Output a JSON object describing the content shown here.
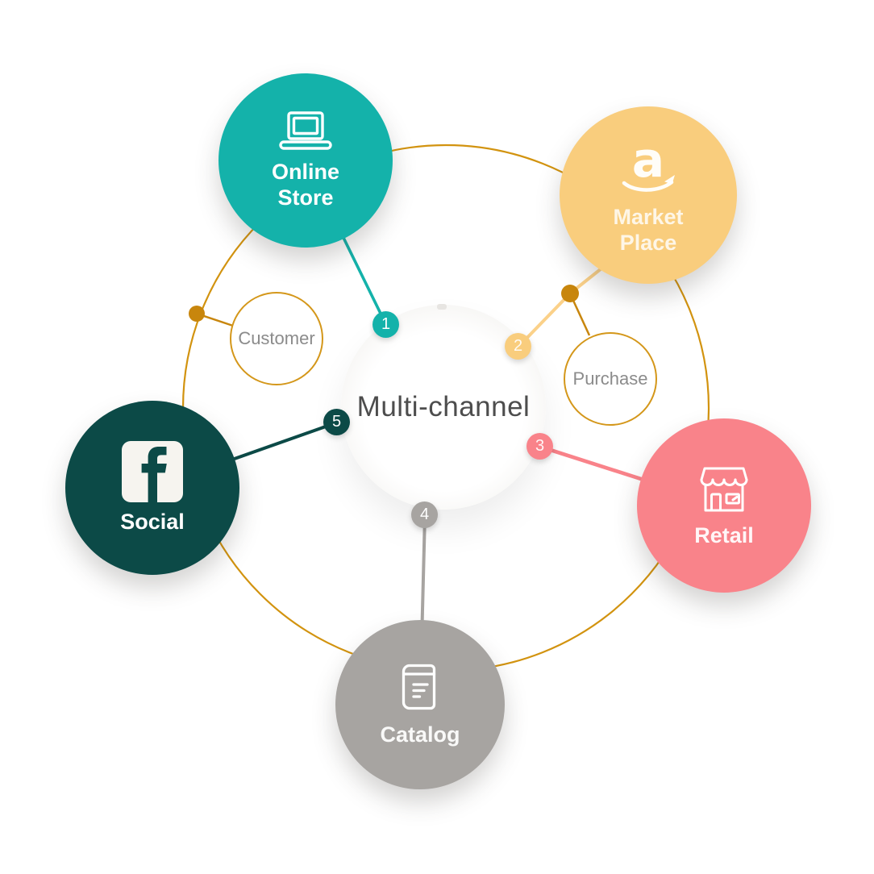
{
  "center": {
    "title": "Multi-channel"
  },
  "nodes": {
    "online_store": {
      "label": "Online Store",
      "line1": "Online",
      "line2": "Store",
      "badge": "1",
      "color": "#14b2aa",
      "icon": "laptop-icon"
    },
    "market_place": {
      "label": "Market Place",
      "line1": "Market",
      "line2": "Place",
      "badge": "2",
      "color": "#f9cd7d",
      "icon": "amazon-icon"
    },
    "retail": {
      "label": "Retail",
      "badge": "3",
      "color": "#f9838a",
      "icon": "storefront-icon"
    },
    "catalog": {
      "label": "Catalog",
      "badge": "4",
      "color": "#a7a4a1",
      "icon": "book-icon"
    },
    "social": {
      "label": "Social",
      "badge": "5",
      "color": "#0c4a47",
      "icon": "facebook-icon"
    }
  },
  "annotations": {
    "customer": {
      "label": "Customer"
    },
    "purchase": {
      "label": "Purchase"
    }
  },
  "colors": {
    "orbit_gold": "#d2930f",
    "dot_gold": "#c8860d",
    "background": "#ffffff",
    "center_text": "#4d4d4d",
    "annotation_text": "#8b8b8b"
  }
}
